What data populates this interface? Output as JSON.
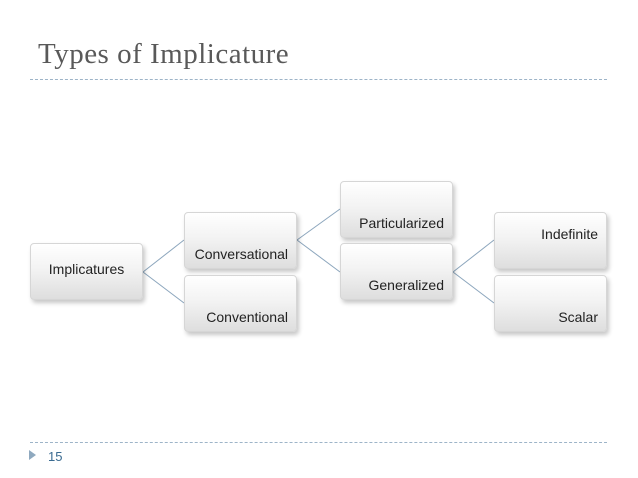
{
  "slide": {
    "title": "Types of Implicature",
    "page_number": "15"
  },
  "diagram": {
    "root": "Implicatures",
    "conversational": "Conversational",
    "conventional": "Conventional",
    "particularized": "Particularized",
    "generalized": "Generalized",
    "indefinite": "Indefinite",
    "scalar": "Scalar"
  },
  "colors": {
    "title": "#595959",
    "divider": "#9db4c8",
    "page_number": "#3a6b91",
    "connector": "#8ca6bd"
  }
}
